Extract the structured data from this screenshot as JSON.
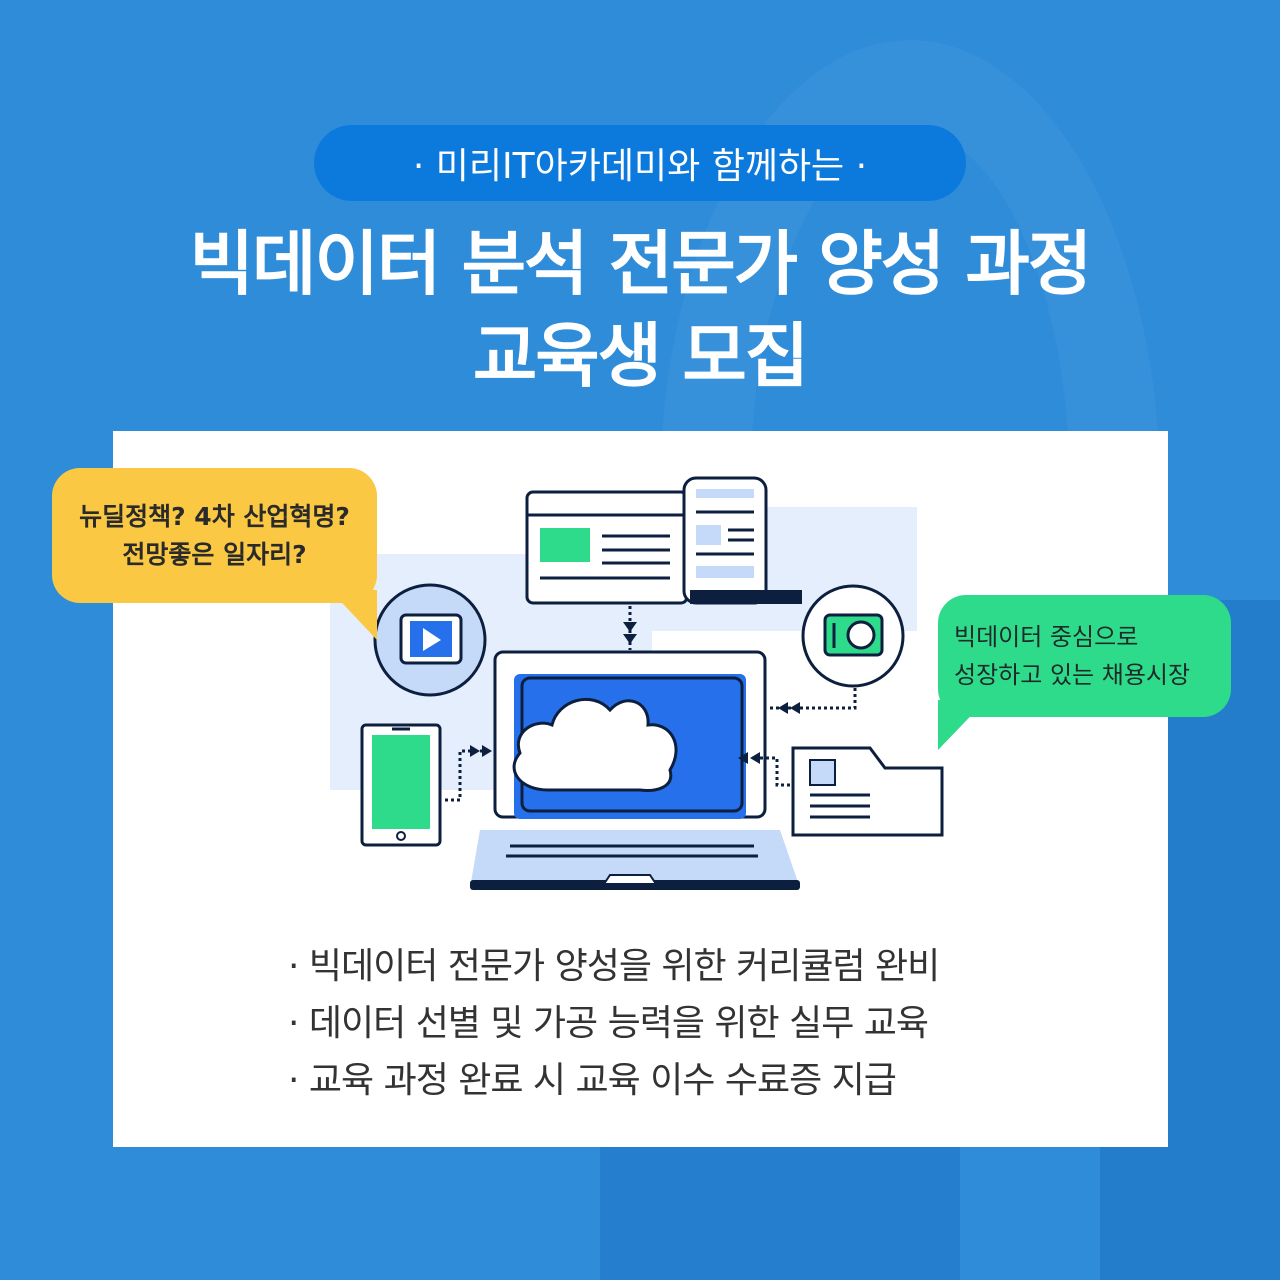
{
  "header": {
    "subtitle": "· 미리IT아카데미와 함께하는 ·",
    "title_line1": "빅데이터 분석 전문가 양성 과정",
    "title_line2": "교육생 모집"
  },
  "bubbles": {
    "yellow": {
      "line1": "뉴딜정책? 4차 산업혁명?",
      "line2": "전망좋은 일자리?"
    },
    "green": {
      "line1": "빅데이터 중심으로",
      "line2": "성장하고 있는 채용시장"
    }
  },
  "illustration": {
    "icons": [
      "laptop-icon",
      "cloud-icon",
      "document-icon",
      "video-play-icon",
      "camera-icon",
      "smartphone-icon",
      "folder-icon"
    ]
  },
  "features": [
    "· 빅데이터 전문가 양성을 위한 커리큘럼 완비",
    "· 데이터 선별 및 가공 능력을 위한 실무 교육",
    "· 교육 과정 완료 시 교육 이수 수료증 지급"
  ],
  "colors": {
    "background": "#2f8cd9",
    "pill": "#0c7adc",
    "yellow": "#fbc843",
    "green": "#2edb8a",
    "screen_blue": "#2770ec",
    "light_blue": "#c5d9f8",
    "navy": "#0d1f3f"
  }
}
